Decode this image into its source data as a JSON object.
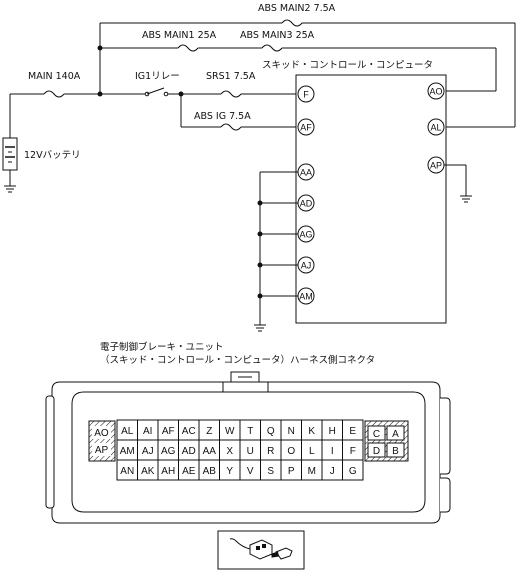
{
  "schematic": {
    "fuses": {
      "main": "MAIN 140A",
      "abs_main2": "ABS MAIN2 7.5A",
      "abs_main1": "ABS MAIN1 25A",
      "abs_main3": "ABS MAIN3 25A",
      "ig1_relay": "IG1リレー",
      "srs1": "SRS1 7.5A",
      "abs_ig": "ABS IG 7.5A"
    },
    "battery": "12Vバッテリ",
    "ecu_title": "スキッド・コントロール・コンピュータ",
    "ecu_left_pins": [
      "F",
      "AF",
      "AA",
      "AD",
      "AG",
      "AJ",
      "AM"
    ],
    "ecu_right_pins": [
      "AO",
      "AL",
      "AP"
    ]
  },
  "connector": {
    "title_line1": "電子制御ブレーキ・ユニット",
    "title_line2": "（スキッド・コントロール・コンピュータ）ハーネス側コネクタ",
    "left_block": [
      "AO",
      "AP"
    ],
    "rows": [
      [
        "AL",
        "AI",
        "AF",
        "AC",
        "Z",
        "W",
        "T",
        "Q",
        "N",
        "K",
        "H",
        "E"
      ],
      [
        "AM",
        "AJ",
        "AG",
        "AD",
        "AA",
        "X",
        "U",
        "R",
        "O",
        "L",
        "I",
        "F"
      ],
      [
        "AN",
        "AK",
        "AH",
        "AE",
        "AB",
        "Y",
        "V",
        "S",
        "P",
        "M",
        "J",
        "G"
      ]
    ],
    "right_block": [
      [
        "C",
        "A"
      ],
      [
        "D",
        "B"
      ]
    ]
  },
  "icons": {
    "hand_pointer": "hand-pointer-icon",
    "connector_plug": "connector-plug-icon"
  }
}
